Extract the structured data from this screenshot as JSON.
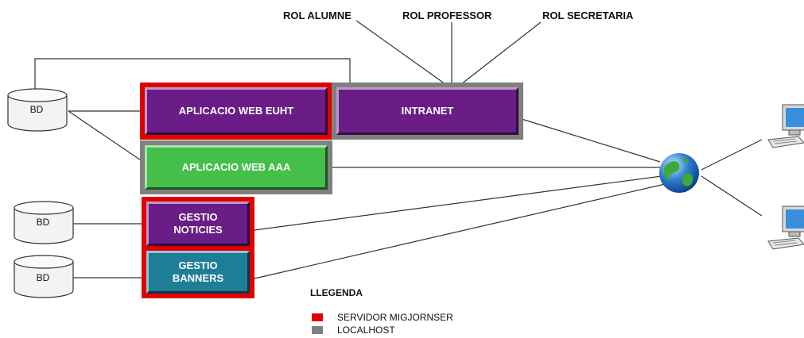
{
  "roles": [
    "ROL ALUMNE",
    "ROL PROFESSOR",
    "ROL SECRETARIA"
  ],
  "database_label": "BD",
  "apps": {
    "euht": "APLICACIO WEB EUHT",
    "intranet": "INTRANET",
    "aaa": "APLICACIO WEB AAA",
    "noticies": [
      "GESTIO",
      "NOTICIES"
    ],
    "banners": [
      "GESTIO",
      "BANNERS"
    ]
  },
  "legend": {
    "title": "LLEGENDA",
    "items": [
      {
        "label": "SERVIDOR MIGJORNSER",
        "color": "#e00000"
      },
      {
        "label": "LOCALHOST",
        "color": "#808080"
      }
    ]
  },
  "colors": {
    "purple": "#6a1d86",
    "green": "#43bf4a",
    "teal": "#1e7e98",
    "server_frame": "#e00000",
    "localhost_frame": "#808080"
  },
  "icons": [
    "database-icon",
    "globe-icon",
    "computer-icon"
  ]
}
